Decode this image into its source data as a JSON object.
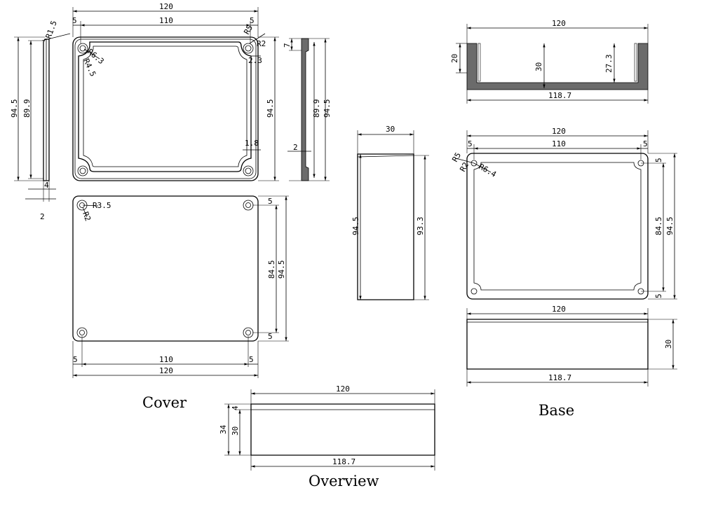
{
  "views": {
    "cover": "Cover",
    "base": "Base",
    "overview": "Overview"
  },
  "dims": {
    "c_w": "120",
    "c_in": "110",
    "c_5a": "5",
    "c_5b": "5",
    "c_r15": "R1.5",
    "c_r5": "R5",
    "c_r2": "R2",
    "c_r63": "R6.3",
    "c_r45": "R4.5",
    "c_23": "2.3",
    "c_18": "1.8",
    "c_h945": "94.5",
    "c_h899": "89.9",
    "c_right945": "94.5",
    "cs_4": "4",
    "cs_2": "2",
    "sp_7": "7",
    "sp_2": "2",
    "sp_899": "89.9",
    "sp_945": "94.5",
    "ct_r35": "R3.5",
    "ct_r2": "R2",
    "ct_5a": "5",
    "ct_5b": "5",
    "ct_845": "84.5",
    "ct_945": "94.5",
    "ct_b5a": "5",
    "ct_b110": "110",
    "ct_b5b": "5",
    "ct_b120": "120",
    "bs_120": "120",
    "bs_20": "20",
    "bs_30": "30",
    "bs_273": "27.3",
    "bs_1187": "118.7",
    "sb_30": "30",
    "sb_945": "94.5",
    "sb_933": "93.3",
    "bt_120": "120",
    "bt_110": "110",
    "bt_5a": "5",
    "bt_5b": "5",
    "bt_r5": "R5",
    "bt_r2": "R2",
    "bt_r64": "R6.4",
    "bt_r5v": "5",
    "bt_845": "84.5",
    "bt_945": "94.5",
    "bt_r5v2": "5",
    "be_120": "120",
    "be_30": "30",
    "be_1187": "118.7",
    "ov_120": "120",
    "ov_34": "34",
    "ov_4": "4",
    "ov_30": "30",
    "ov_1187": "118.7"
  }
}
